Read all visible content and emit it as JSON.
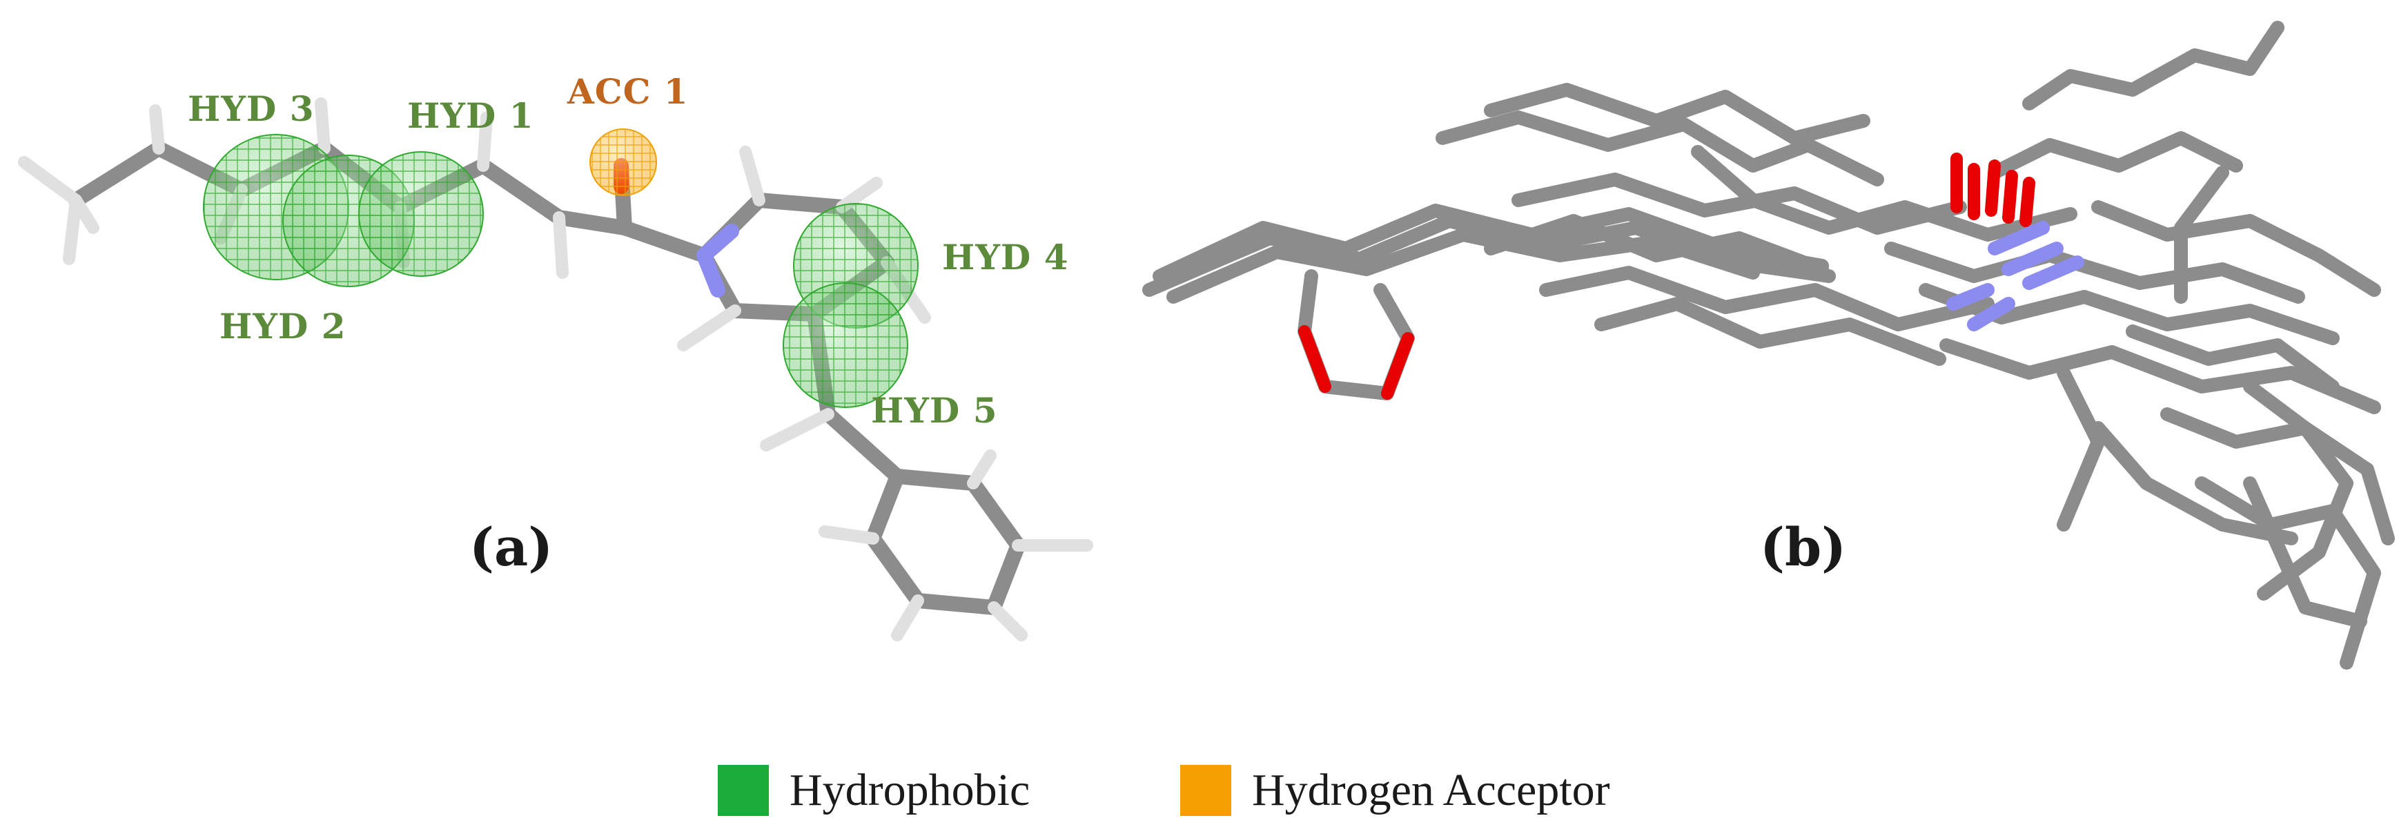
{
  "panel_a": {
    "label": "(a)",
    "features": [
      {
        "id": "hyd3",
        "label": "HYD 3",
        "kind": "hydrophobic"
      },
      {
        "id": "hyd1",
        "label": "HYD 1",
        "kind": "hydrophobic"
      },
      {
        "id": "acc1",
        "label": "ACC 1",
        "kind": "acceptor"
      },
      {
        "id": "hyd2",
        "label": "HYD 2",
        "kind": "hydrophobic"
      },
      {
        "id": "hyd4",
        "label": "HYD 4",
        "kind": "hydrophobic"
      },
      {
        "id": "hyd5",
        "label": "HYD 5",
        "kind": "hydrophobic"
      }
    ]
  },
  "panel_b": {
    "label": "(b)"
  },
  "legend": {
    "hydrophobic": {
      "label": "Hydrophobic",
      "color": "#1aab3c"
    },
    "acceptor": {
      "label": "Hydrogen Acceptor",
      "color": "#f5a000"
    }
  },
  "colors": {
    "bond": "#8c8c8c",
    "hydrogen": "#e6e6e6",
    "nitrogen": "#8c8cf0",
    "oxygen": "#e60000",
    "hydrophobic_text": "#5a8a3a",
    "acceptor_text": "#c0651e"
  }
}
